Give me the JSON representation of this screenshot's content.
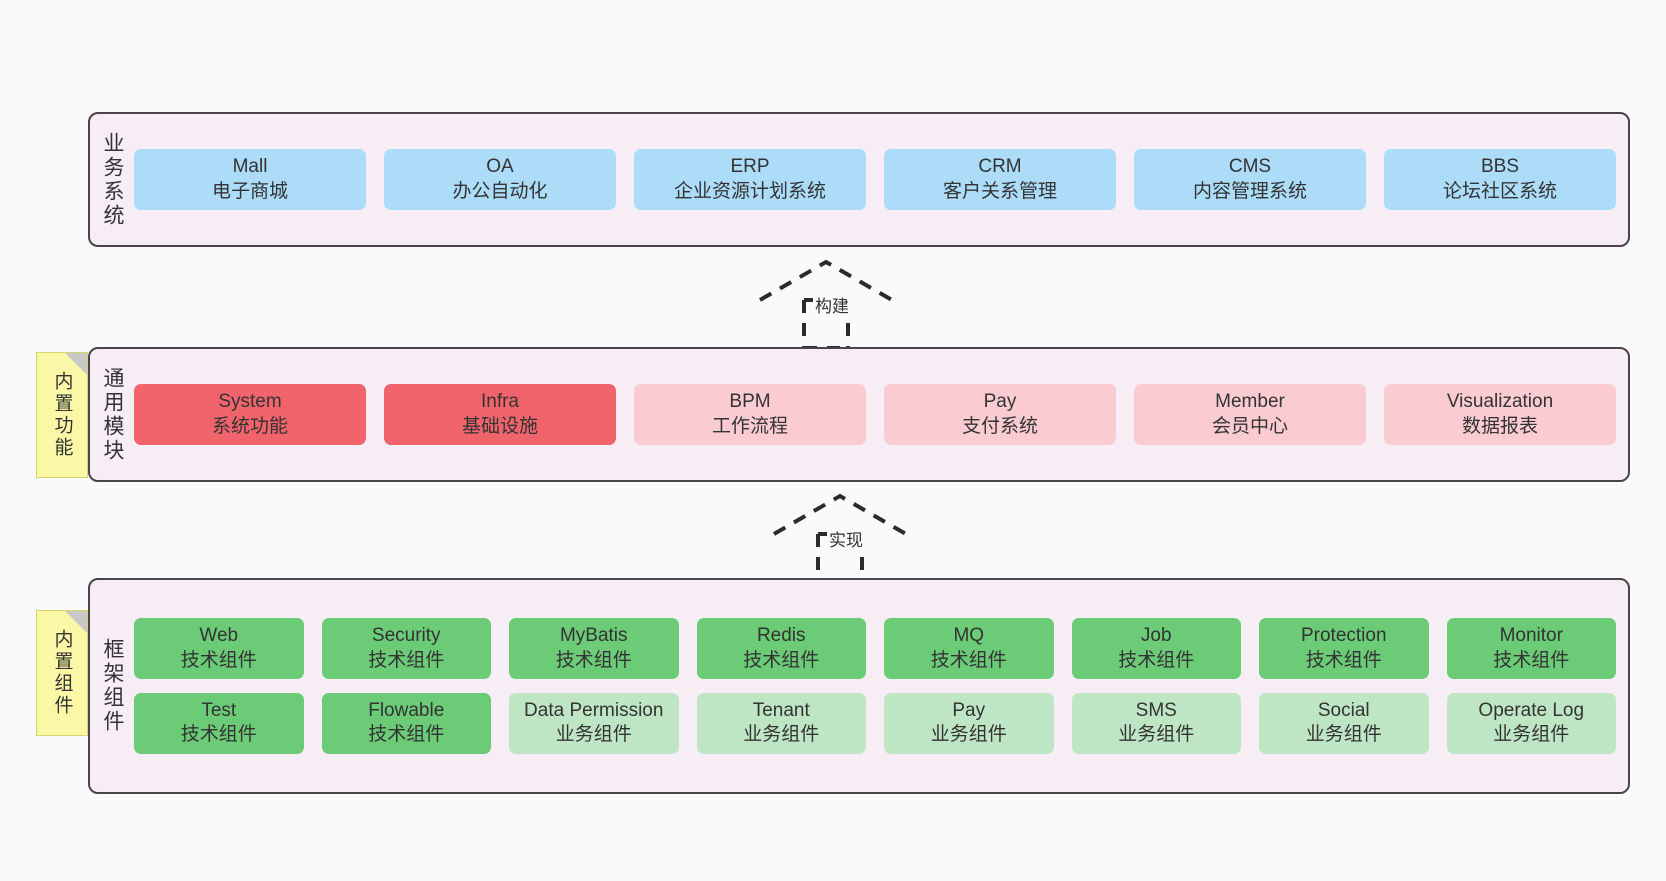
{
  "diagram": {
    "background": "#FAFAFA",
    "layer_bg": "#F7EDF5",
    "layer_border": "#4A424C",
    "note_bg": "#FAF8A6",
    "colors": {
      "business": "#ADDCF9",
      "core_module": "#F2646C",
      "module": "#FBCBD2",
      "tech_component": "#6BCB77",
      "biz_component": "#BFE6C4"
    }
  },
  "layers": [
    {
      "id": "business-system",
      "label": "业务系统",
      "rows": [
        [
          {
            "name": "Mall",
            "desc": "电子商城",
            "style": "c-blue"
          },
          {
            "name": "OA",
            "desc": "办公自动化",
            "style": "c-blue"
          },
          {
            "name": "ERP",
            "desc": "企业资源计划系统",
            "style": "c-blue"
          },
          {
            "name": "CRM",
            "desc": "客户关系管理",
            "style": "c-blue"
          },
          {
            "name": "CMS",
            "desc": "内容管理系统",
            "style": "c-blue"
          },
          {
            "name": "BBS",
            "desc": "论坛社区系统",
            "style": "c-blue"
          }
        ]
      ]
    },
    {
      "id": "common-module",
      "label": "通用模块",
      "note": "内置功能",
      "rows": [
        [
          {
            "name": "System",
            "desc": "系统功能",
            "style": "c-red"
          },
          {
            "name": "Infra",
            "desc": "基础设施",
            "style": "c-red"
          },
          {
            "name": "BPM",
            "desc": "工作流程",
            "style": "c-pink"
          },
          {
            "name": "Pay",
            "desc": "支付系统",
            "style": "c-pink"
          },
          {
            "name": "Member",
            "desc": "会员中心",
            "style": "c-pink"
          },
          {
            "name": "Visualization",
            "desc": "数据报表",
            "style": "c-pink"
          }
        ]
      ]
    },
    {
      "id": "framework-component",
      "label": "框架组件",
      "note": "内置组件",
      "rows": [
        [
          {
            "name": "Web",
            "desc": "技术组件",
            "style": "c-green"
          },
          {
            "name": "Security",
            "desc": "技术组件",
            "style": "c-green"
          },
          {
            "name": "MyBatis",
            "desc": "技术组件",
            "style": "c-green"
          },
          {
            "name": "Redis",
            "desc": "技术组件",
            "style": "c-green"
          },
          {
            "name": "MQ",
            "desc": "技术组件",
            "style": "c-green"
          },
          {
            "name": "Job",
            "desc": "技术组件",
            "style": "c-green"
          },
          {
            "name": "Protection",
            "desc": "技术组件",
            "style": "c-green"
          },
          {
            "name": "Monitor",
            "desc": "技术组件",
            "style": "c-green"
          }
        ],
        [
          {
            "name": "Test",
            "desc": "技术组件",
            "style": "c-green"
          },
          {
            "name": "Flowable",
            "desc": "技术组件",
            "style": "c-green"
          },
          {
            "name": "Data Permission",
            "desc": "业务组件",
            "style": "c-lightgreen"
          },
          {
            "name": "Tenant",
            "desc": "业务组件",
            "style": "c-lightgreen"
          },
          {
            "name": "Pay",
            "desc": "业务组件",
            "style": "c-lightgreen"
          },
          {
            "name": "SMS",
            "desc": "业务组件",
            "style": "c-lightgreen"
          },
          {
            "name": "Social",
            "desc": "业务组件",
            "style": "c-lightgreen"
          },
          {
            "name": "Operate Log",
            "desc": "业务组件",
            "style": "c-lightgreen"
          }
        ]
      ]
    }
  ],
  "connectors": [
    {
      "id": "build",
      "label": "构建"
    },
    {
      "id": "realize",
      "label": "实现"
    }
  ]
}
